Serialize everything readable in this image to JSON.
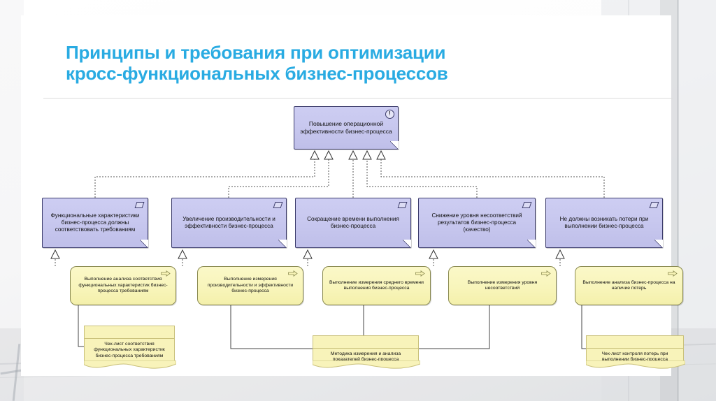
{
  "slide": {
    "title_line1": "Принципы и требования при оптимизации",
    "title_line2": "кросс-функциональных бизнес-процессов",
    "accent_color": "#29ABE2"
  },
  "diagram": {
    "type": "hierarchy",
    "goal": {
      "label": "Повышение операционной эффективности бизнес-процесса",
      "badge": "!",
      "fill": "#c8c8ef",
      "stroke": "#3b3b6b"
    },
    "requirements": [
      {
        "label": "Функциональные характеристики бизнес-процесса должны соответствовать требованиям"
      },
      {
        "label": "Увеличение производительности и эффективности бизнес-процесса"
      },
      {
        "label": "Сокращение времени выполнения бизнес-процесса"
      },
      {
        "label": "Снижение уровня несоответствий результатов бизнес-процесса (качество)"
      },
      {
        "label": "Не должны возникать потери при выполнении бизнес-процесса"
      }
    ],
    "activities": [
      {
        "label": "Выполнение анализа соответствия функциональных характеристик бизнес-процесса требованиям"
      },
      {
        "label": "Выполнение измерения производительности и эффективности бизнес-процесса"
      },
      {
        "label": "Выполнение измерения среднего времени выполнения бизнес-процесса"
      },
      {
        "label": "Выполнение измерения уровня несоответствий"
      },
      {
        "label": "Выполнение анализа бизнес-процесса на наличие потерь"
      }
    ],
    "documents": [
      {
        "label": "Чек-лист соответствия функциональных характеристик бизнес-процесса требованиям"
      },
      {
        "label": "Методика измерения и анализа показателей бизнес-процесса"
      },
      {
        "label": "Чек-лист контроля потерь при выполнении бизнес-процесса"
      }
    ],
    "activity_fill": "#f8f3ba",
    "activity_stroke": "#8a8a50"
  }
}
